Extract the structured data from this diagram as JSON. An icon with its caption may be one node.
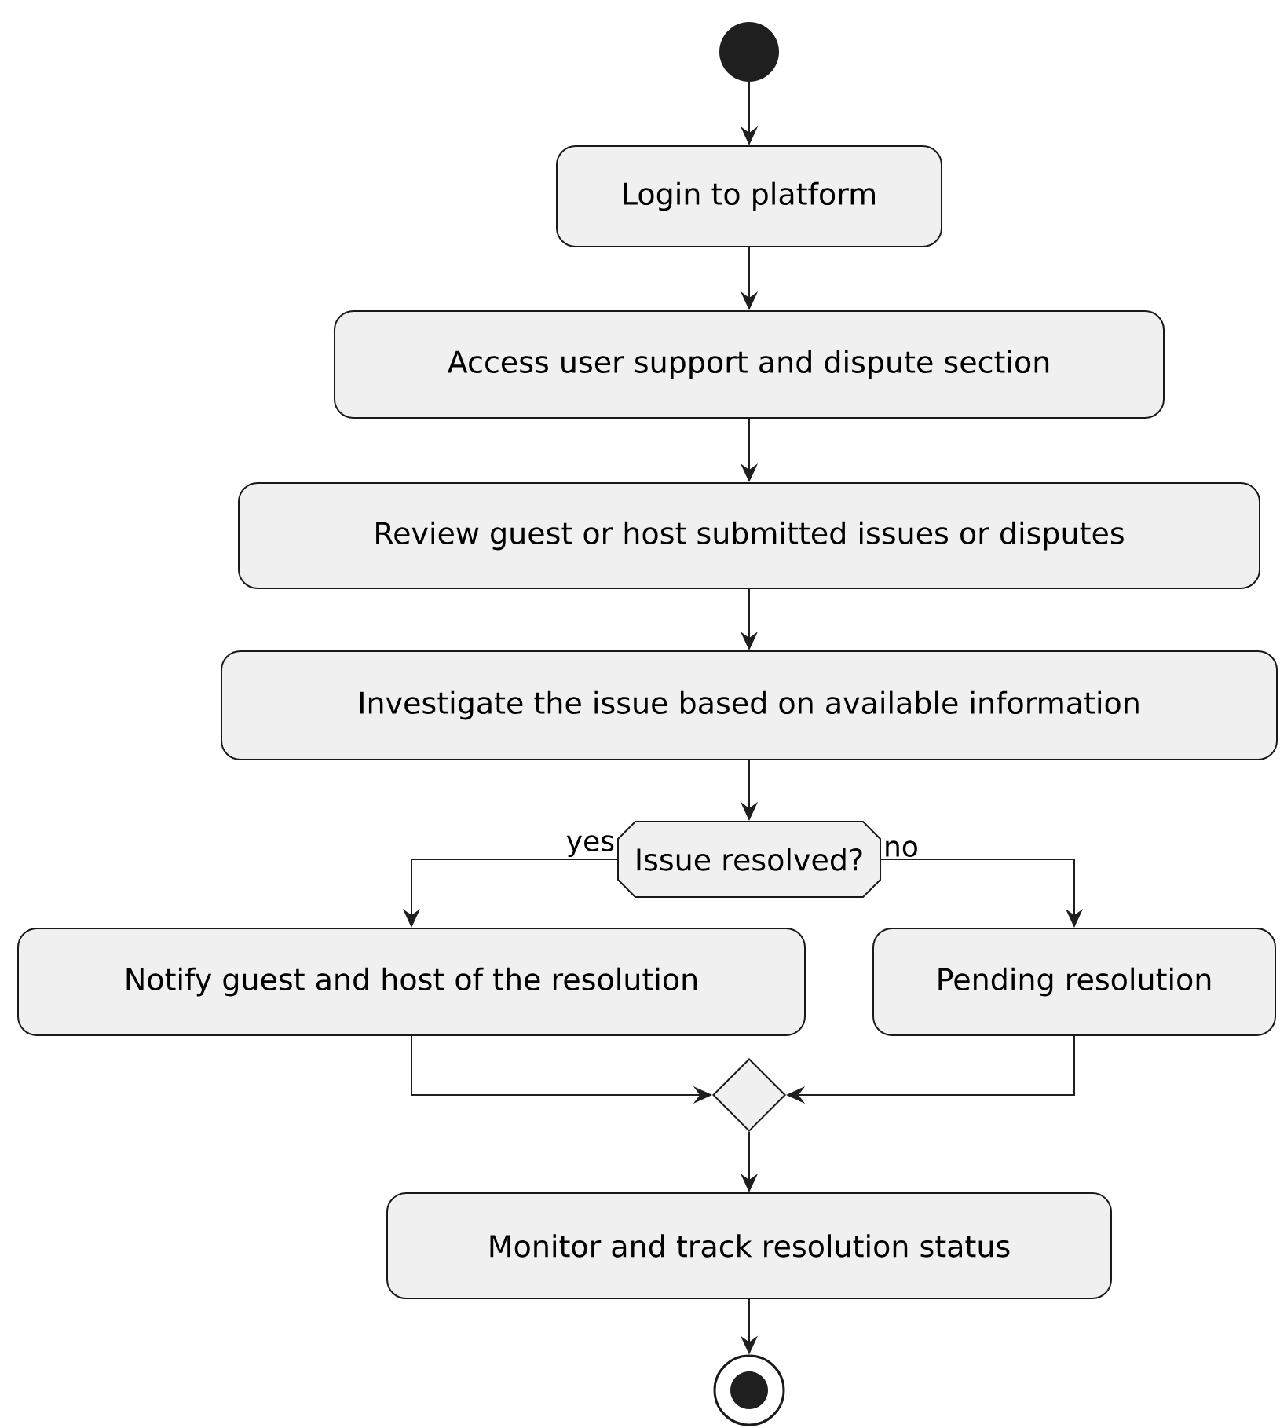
{
  "diagram": {
    "nodes": [
      {
        "text": [],
        "shape": "circle"
      },
      {
        "text": [
          "Login to platform"
        ]
      },
      {
        "text": [
          "Access user support and dispute section"
        ]
      },
      {
        "text": [
          "Review guest or host submitted issues or disputes"
        ]
      },
      {
        "text": [
          "Investigate the issue based on available information"
        ]
      },
      {
        "text": [
          "Issue resolved?"
        ]
      },
      {
        "text": [
          "Notify guest and host of the resolution"
        ]
      },
      {
        "text": [
          "Pending resolution"
        ]
      },
      {
        "text": [],
        "shape": "diamond"
      },
      {
        "text": [
          "Monitor and track resolution status"
        ]
      },
      {
        "text": [],
        "shape": "circle"
      }
    ],
    "edges": [
      {
        "from": 0,
        "to": 1,
        "arrow": "to"
      },
      {
        "from": 1,
        "to": 2,
        "arrow": "to"
      },
      {
        "from": 2,
        "to": 3,
        "arrow": "to"
      },
      {
        "from": 3,
        "to": 4,
        "arrow": "to"
      },
      {
        "from": 4,
        "to": 5,
        "arrow": "to"
      },
      {
        "from": 5,
        "to": 6,
        "arrow": "to",
        "label": "yes"
      },
      {
        "from": 5,
        "to": 7,
        "arrow": "to",
        "label": "no"
      },
      {
        "from": 6,
        "to": 8,
        "arrow": "to"
      },
      {
        "from": 7,
        "to": 8,
        "arrow": "to"
      },
      {
        "from": 8,
        "to": 9,
        "arrow": "to"
      },
      {
        "from": 9,
        "to": 10,
        "arrow": "to"
      }
    ]
  }
}
